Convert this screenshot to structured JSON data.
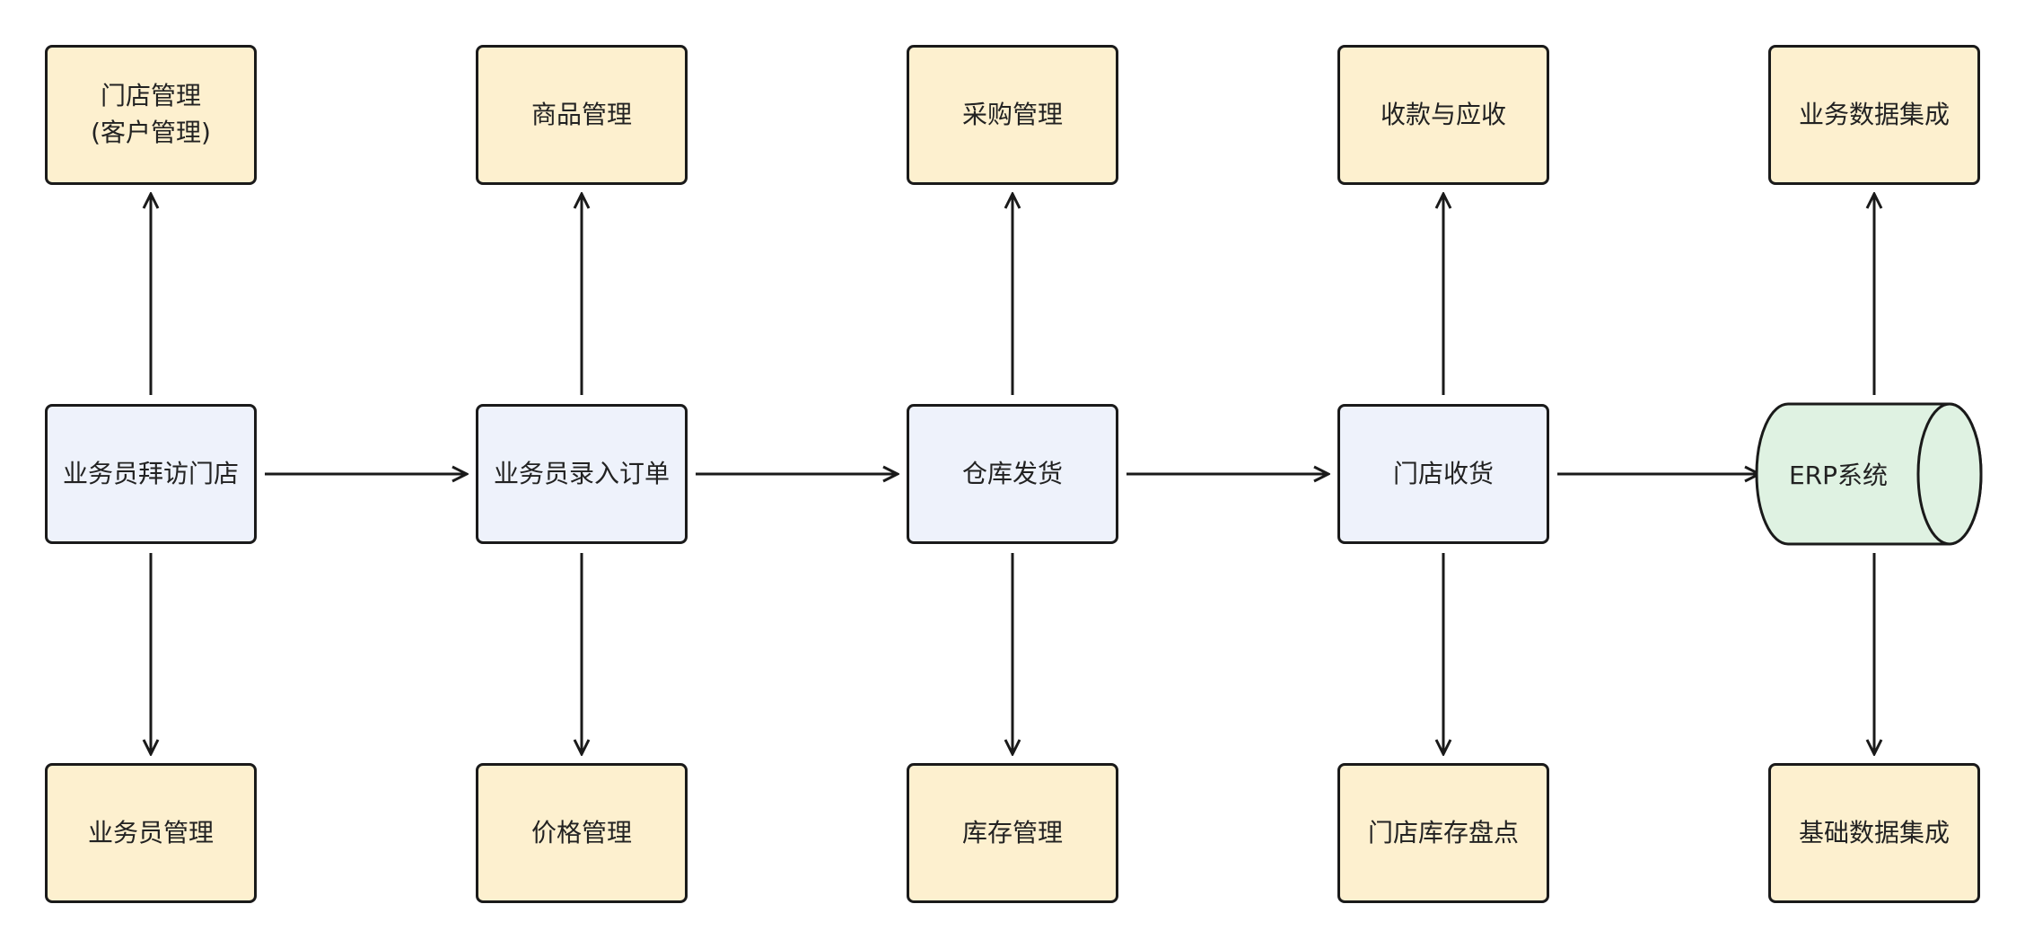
{
  "colors": {
    "process_fill": "#eef2fb",
    "management_fill": "#fdf0cf",
    "system_fill": "#dff2e2",
    "stroke": "#1a1a1a"
  },
  "process": {
    "visit": "业务员拜访门店",
    "order": "业务员录入订单",
    "ship": "仓库发货",
    "receive": "门店收货",
    "erp": "ERP系统"
  },
  "top": {
    "store_mgmt_line1": "门店管理",
    "store_mgmt_line2": "(客户管理)",
    "product_mgmt": "商品管理",
    "purchase_mgmt": "采购管理",
    "payment": "收款与应收",
    "biz_data": "业务数据集成"
  },
  "bottom": {
    "sales_mgmt": "业务员管理",
    "price_mgmt": "价格管理",
    "inventory_mgmt": "库存管理",
    "store_stocktake": "门店库存盘点",
    "base_data": "基础数据集成"
  }
}
